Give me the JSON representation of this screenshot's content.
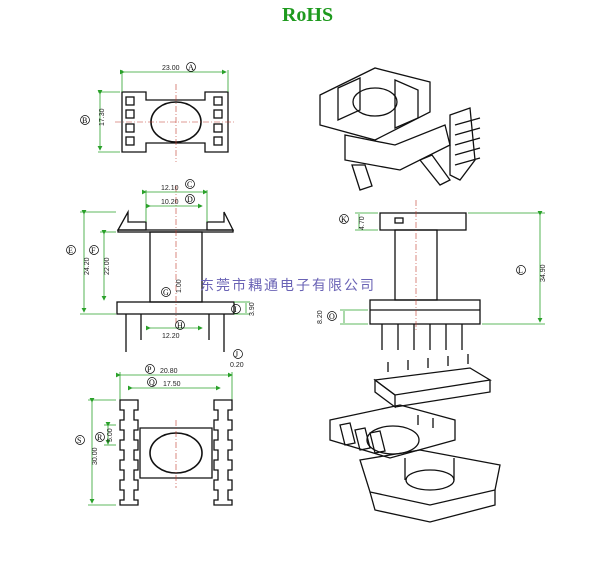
{
  "title": "RoHS",
  "watermark": "东莞市耦通电子有限公司",
  "colors": {
    "title": "#1e9a1e",
    "dimension": "#2aa12a",
    "outline": "#111111",
    "watermark": "#6a63b5"
  },
  "top_view": {
    "width_dim": "23.00",
    "width_label": "A",
    "height_dim": "17.30",
    "height_label": "B"
  },
  "front_view": {
    "top_dim_1": "12.10",
    "top_label_1": "C",
    "top_dim_2": "10.20",
    "top_label_2": "D",
    "outer_height_dim": "24.20",
    "outer_height_label": "E",
    "inner_height_dim": "22.00",
    "inner_height_label": "F",
    "center_dim": "1.00",
    "center_label": "G",
    "bottom_dim": "12.20",
    "bottom_label": "H",
    "pin_dim": "3.90",
    "pin_label": "I"
  },
  "bottom_view": {
    "pin_pitch_dim": "0.20",
    "pin_pitch_label": "J",
    "outer_width_dim": "20.80",
    "outer_width_label": "P",
    "inner_width_dim": "17.50",
    "inner_width_label": "Q",
    "outer_height_dim": "30.00",
    "outer_height_label": "S",
    "inner_height_dim": "5.00",
    "inner_height_label": "R"
  },
  "side_view": {
    "top_dim": "4.70",
    "top_label": "K",
    "height_dim": "34.90",
    "height_label": "L",
    "base_dim": "8.20",
    "base_label": "O"
  }
}
